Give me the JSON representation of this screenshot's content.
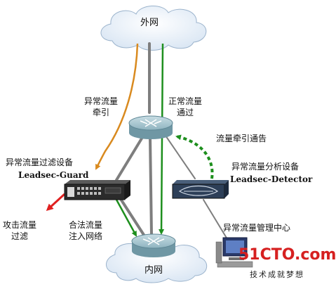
{
  "nodes": {
    "internet": "外网",
    "intranet": "内网"
  },
  "labels": {
    "abnormal_diversion": [
      "异常流量",
      "牵引"
    ],
    "normal_pass": [
      "正常流量",
      "通过"
    ],
    "diversion_notice": "流量牵引通告",
    "filter_device": "异常流量过滤设备",
    "analysis_device": "异常流量分析设备",
    "attack_filter": [
      "攻击流量",
      "过滤"
    ],
    "legit_inject": [
      "合法流量",
      "注入网络"
    ],
    "management_center": "异常流量管理中心"
  },
  "devices": {
    "guard": "Leadsec-Guard",
    "detector": "Leadsec-Detector"
  },
  "watermark": {
    "brand": "51CTO.com",
    "slogan": "技术成就梦想"
  },
  "colors": {
    "orange": "#D98A1F",
    "green": "#1E8F1E",
    "red": "#E02020",
    "gray": "#7E7E7E",
    "router": "#8FB4C0"
  }
}
